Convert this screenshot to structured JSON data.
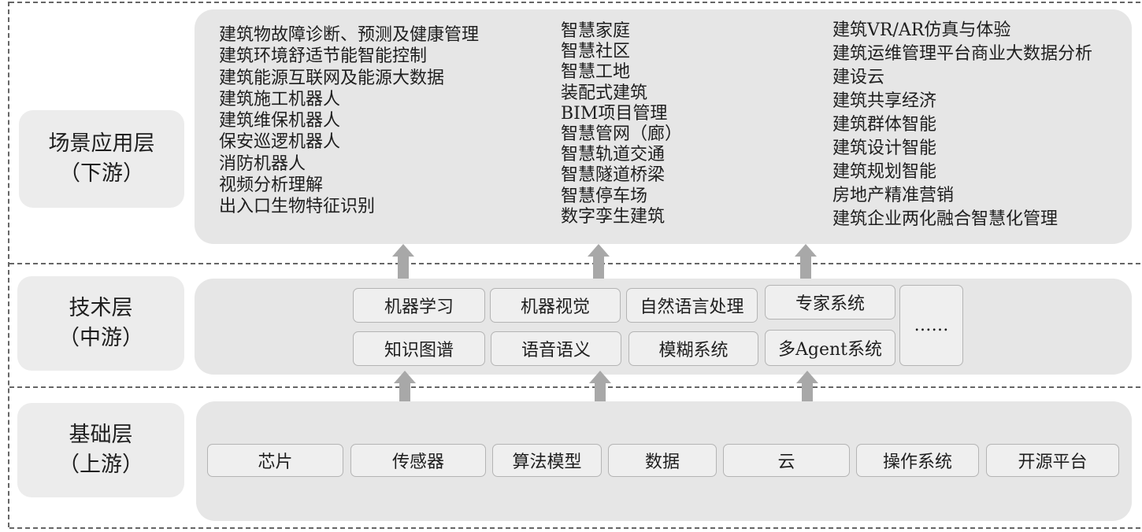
{
  "layers": {
    "application": {
      "name": "场景应用层",
      "stream": "（下游）"
    },
    "technology": {
      "name": "技术层",
      "stream": "（中游）"
    },
    "foundation": {
      "name": "基础层",
      "stream": "（上游）"
    }
  },
  "applications": {
    "left": [
      "建筑物故障诊断、预测及健康管理",
      "建筑环境舒适节能智能控制",
      "建筑能源互联网及能源大数据",
      "建筑施工机器人",
      "建筑维保机器人",
      "保安巡逻机器人",
      "消防机器人",
      "视频分析理解",
      "出入口生物特征识别"
    ],
    "center": [
      "智慧家庭",
      "智慧社区",
      "智慧工地",
      "装配式建筑",
      "BIM项目管理",
      "智慧管网（廊）",
      "智慧轨道交通",
      "智慧隧道桥梁",
      "智慧停车场",
      "数字孪生建筑"
    ],
    "right": [
      "建筑VR/AR仿真与体验",
      "建筑运维管理平台商业大数据分析",
      "建设云",
      "建筑共享经济",
      "建筑群体智能",
      "建筑设计智能",
      "建筑规划智能",
      "房地产精准营销",
      "建筑企业两化融合智慧化管理"
    ]
  },
  "technologies": [
    "机器学习",
    "机器视觉",
    "自然语言处理",
    "专家系统",
    "知识图谱",
    "语音语义",
    "模糊系统",
    "多Agent系统",
    "……"
  ],
  "foundations": [
    "芯片",
    "传感器",
    "算法模型",
    "数据",
    "云",
    "操作系统",
    "开源平台"
  ]
}
